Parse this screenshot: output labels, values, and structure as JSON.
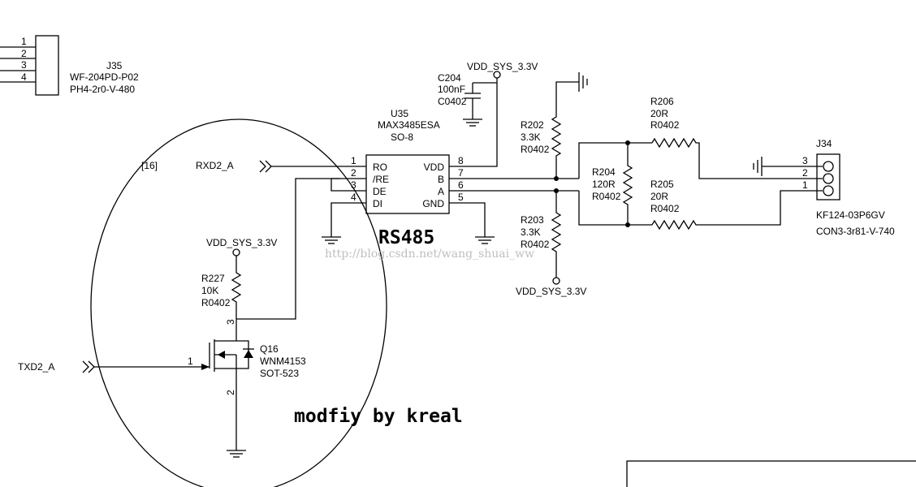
{
  "j35": {
    "pins": [
      "1",
      "2",
      "3",
      "4"
    ],
    "ref": "J35",
    "part": "WF-204PD-P02",
    "footprint": "PH4-2r0-V-480"
  },
  "u35": {
    "ref": "U35",
    "part": "MAX3485ESA",
    "package": "SO-8",
    "pins_left": [
      {
        "num": "1",
        "name": "RO"
      },
      {
        "num": "2",
        "name": "/RE"
      },
      {
        "num": "3",
        "name": "DE"
      },
      {
        "num": "4",
        "name": "DI"
      }
    ],
    "pins_right": [
      {
        "num": "8",
        "name": "VDD"
      },
      {
        "num": "7",
        "name": "B"
      },
      {
        "num": "6",
        "name": "A"
      },
      {
        "num": "5",
        "name": "GND"
      }
    ],
    "label": "RS485"
  },
  "c204": {
    "ref": "C204",
    "value": "100nF",
    "package": "C0402"
  },
  "vdd_label": "VDD_SYS_3.3V",
  "r202": {
    "ref": "R202",
    "value": "3.3K",
    "package": "R0402"
  },
  "r203": {
    "ref": "R203",
    "value": "3.3K",
    "package": "R0402"
  },
  "r204": {
    "ref": "R204",
    "value": "120R",
    "package": "R0402"
  },
  "r205": {
    "ref": "R205",
    "value": "20R",
    "package": "R0402"
  },
  "r206": {
    "ref": "R206",
    "value": "20R",
    "package": "R0402"
  },
  "r227": {
    "ref": "R227",
    "value": "10K",
    "package": "R0402"
  },
  "j34": {
    "ref": "J34",
    "pins": [
      "3",
      "2",
      "1"
    ],
    "part": "KF124-03P6GV",
    "footprint": "CON3-3r81-V-740"
  },
  "q16": {
    "ref": "Q16",
    "part": "WNM4153",
    "package": "SOT-523",
    "pin_gate": "1",
    "pin_drain": "3",
    "pin_source": "2"
  },
  "nets": {
    "rxd": "RXD2_A",
    "txd": "TXD2_A",
    "sheet_ref": "[16]"
  },
  "annotation": "modfiy by kreal",
  "watermark": "http://blog.csdn.net/wang_shuai_ww"
}
